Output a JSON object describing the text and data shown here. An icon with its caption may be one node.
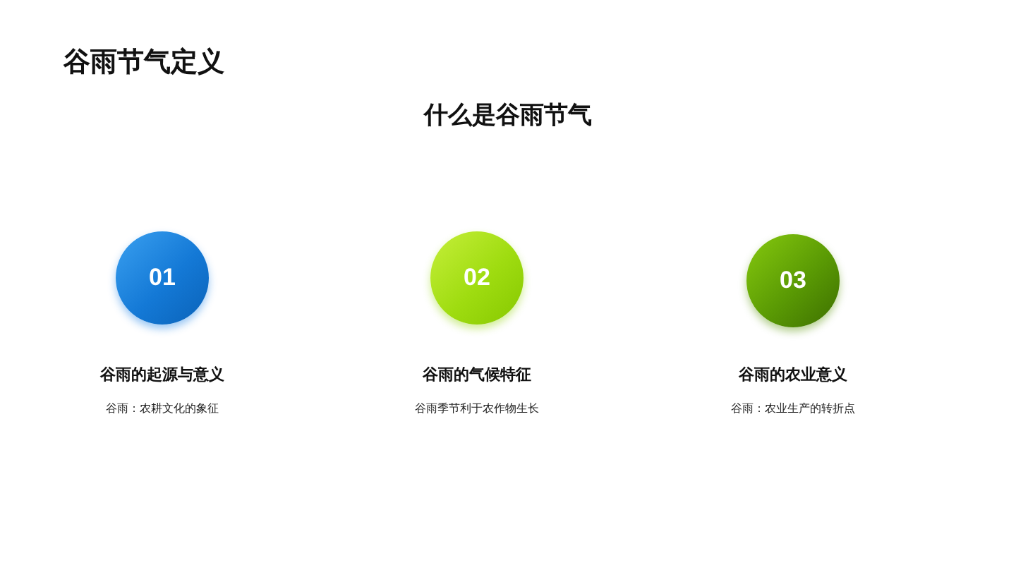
{
  "diagram": {
    "title": "谷雨节气定义",
    "nodes": [
      {
        "text": [
          "01"
        ],
        "beside": [
          "谷雨的起源与意义",
          "谷雨：农耕文化的象征"
        ]
      },
      {
        "text": [
          "02"
        ],
        "beside": [
          "谷雨的气候特征",
          "谷雨季节利于农作物生长"
        ]
      },
      {
        "text": [
          "03"
        ],
        "beside": [
          "谷雨的农业意义",
          "谷雨：农业生产的转折点"
        ]
      }
    ],
    "labels": [
      "什么是谷雨节气"
    ]
  }
}
